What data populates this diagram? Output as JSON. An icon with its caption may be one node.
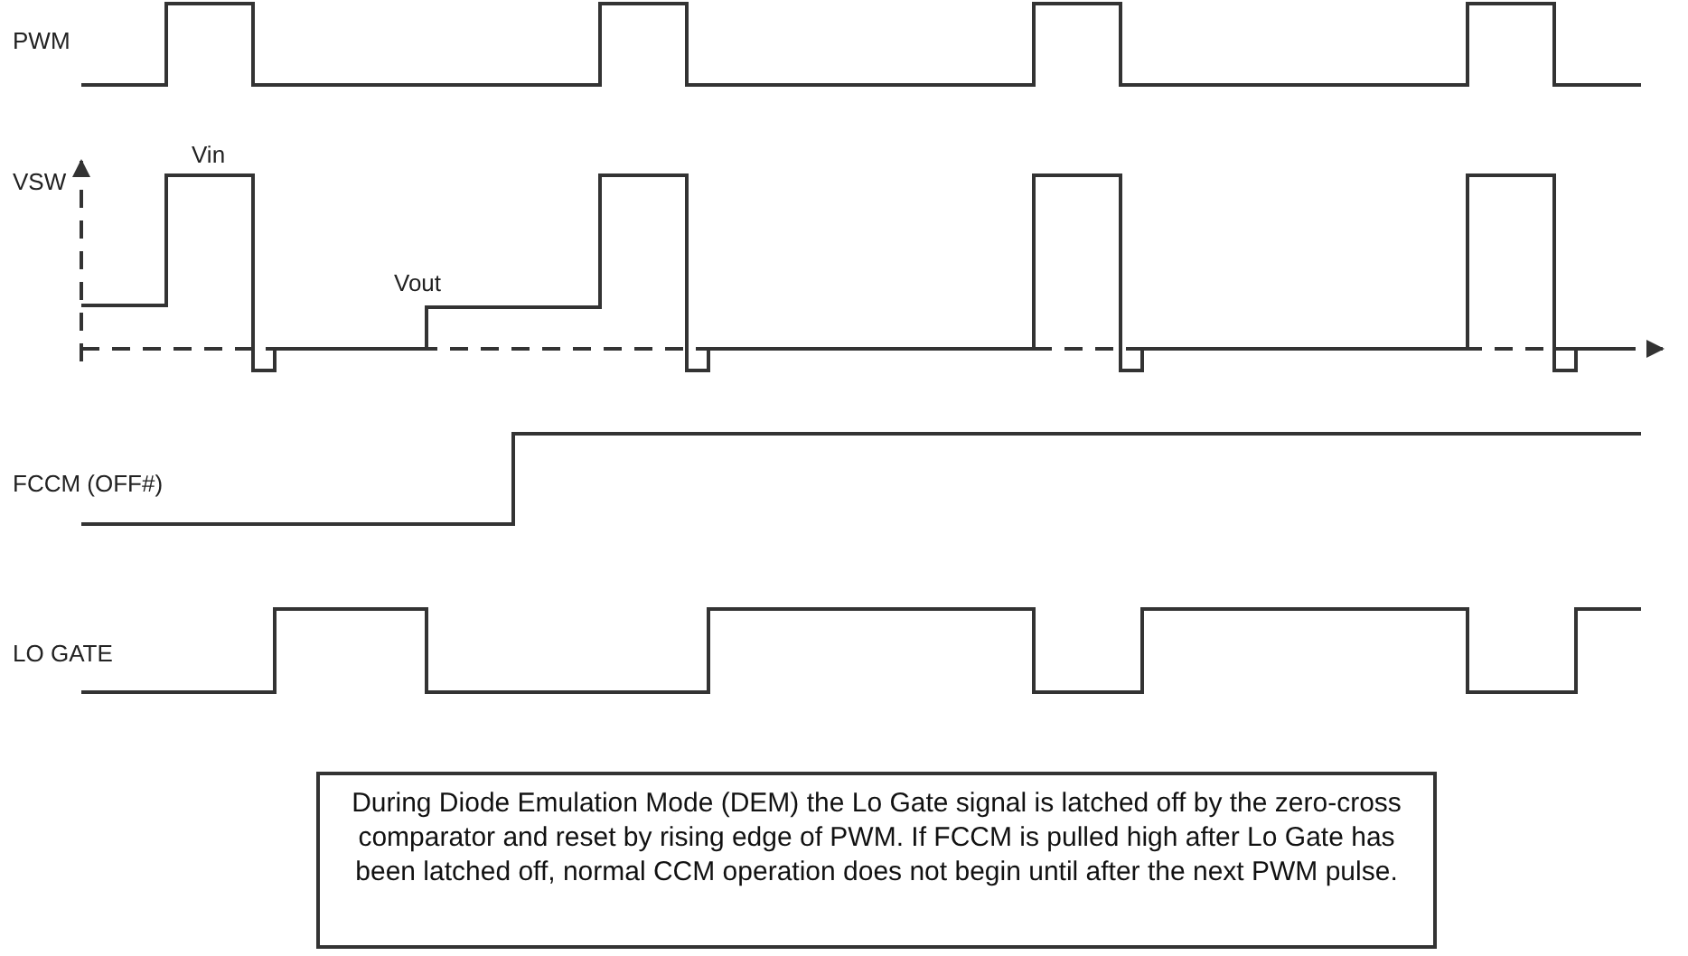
{
  "diagram": {
    "nodes": [
      {
        "text": [
          "During Diode Emulation Mode (DEM) the Lo Gate signal is latched off by the zero-cross comparator and reset by rising edge of PWM.  If FCCM is pulled high after Lo Gate has been latched off, normal CCM operation does not begin until after the next PWM pulse."
        ]
      }
    ],
    "edges": [],
    "labels": [
      "PWM",
      "VSW",
      "Vin",
      "Vout",
      "FCCM (OFF#)",
      "LO GATE"
    ]
  }
}
